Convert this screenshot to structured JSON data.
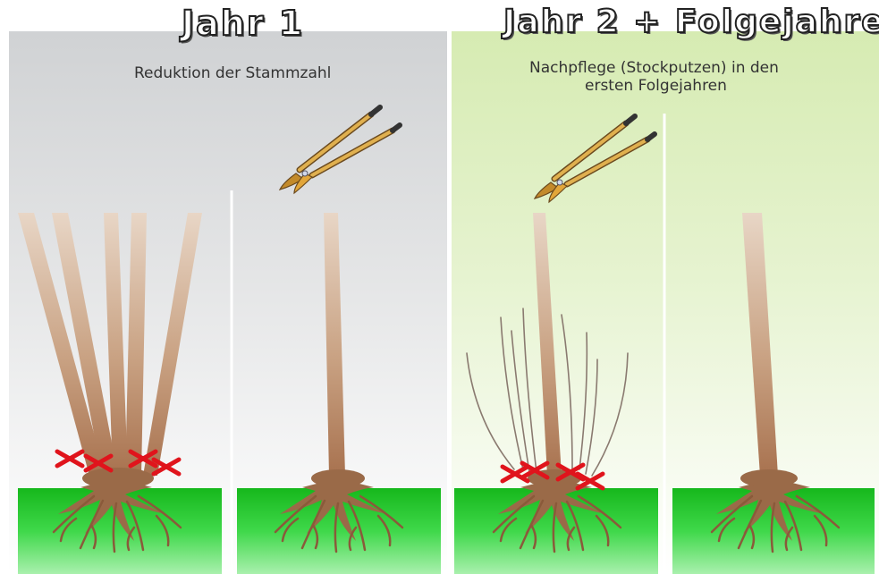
{
  "titles": {
    "year1": "Jahr 1",
    "year2": "Jahr 2 + Folgejahre"
  },
  "captions": {
    "year1": "Reduktion der Stammzahl",
    "year2_line1": "Nachpflege (Stockputzen) in den",
    "year2_line2": "ersten Folgejahren"
  },
  "colors": {
    "year1_background": "#d0d2d4",
    "year2_background": "#d6ebb2",
    "ground": "#22c42a",
    "trunk": "#b98a68",
    "root": "#8a5a3a",
    "cut_mark": "#e0141c",
    "pruner_handle": "#d9a441"
  },
  "icons": [
    "pruning-shears-icon",
    "cut-mark-icon"
  ]
}
